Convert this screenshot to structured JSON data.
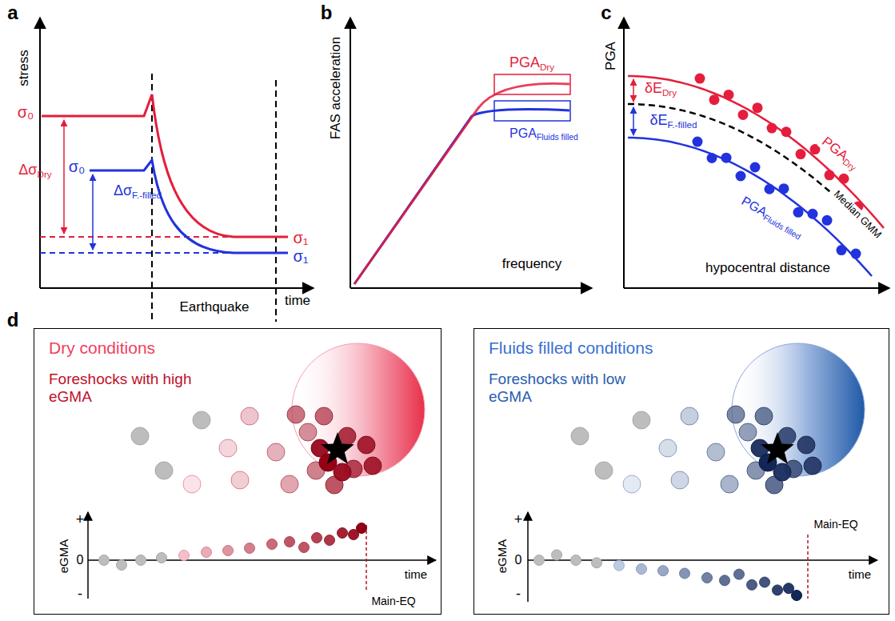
{
  "diagram": {
    "nodes": [
      {
        "text": [
          "Dry conditions",
          "Foreshocks with high eGMA"
        ]
      },
      {
        "text": [
          "Fluids filled conditions",
          "Foreshocks with low eGMA"
        ]
      }
    ],
    "labels": [
      "a",
      "stress",
      "σ₀",
      "σ₀",
      "Δσ",
      "Dry",
      "Δσ",
      "F.-filled",
      "σ₁",
      "σ₁",
      "Earthquake",
      "time",
      "b",
      "FAS acceleration",
      "frequency",
      "PGA",
      "Dry",
      "PGA",
      "Fluids filled",
      "c",
      "PGA",
      "hypocentral distance",
      "δE",
      "Dry",
      "δE",
      "F.-filled",
      "PGA",
      "Dry",
      "PGA",
      "Fluids filled",
      "Median GMM",
      "d",
      "eGMA",
      "+",
      "0",
      "-",
      "time",
      "Main-EQ",
      "eGMA",
      "+",
      "0",
      "-",
      "time",
      "Main-EQ"
    ]
  }
}
